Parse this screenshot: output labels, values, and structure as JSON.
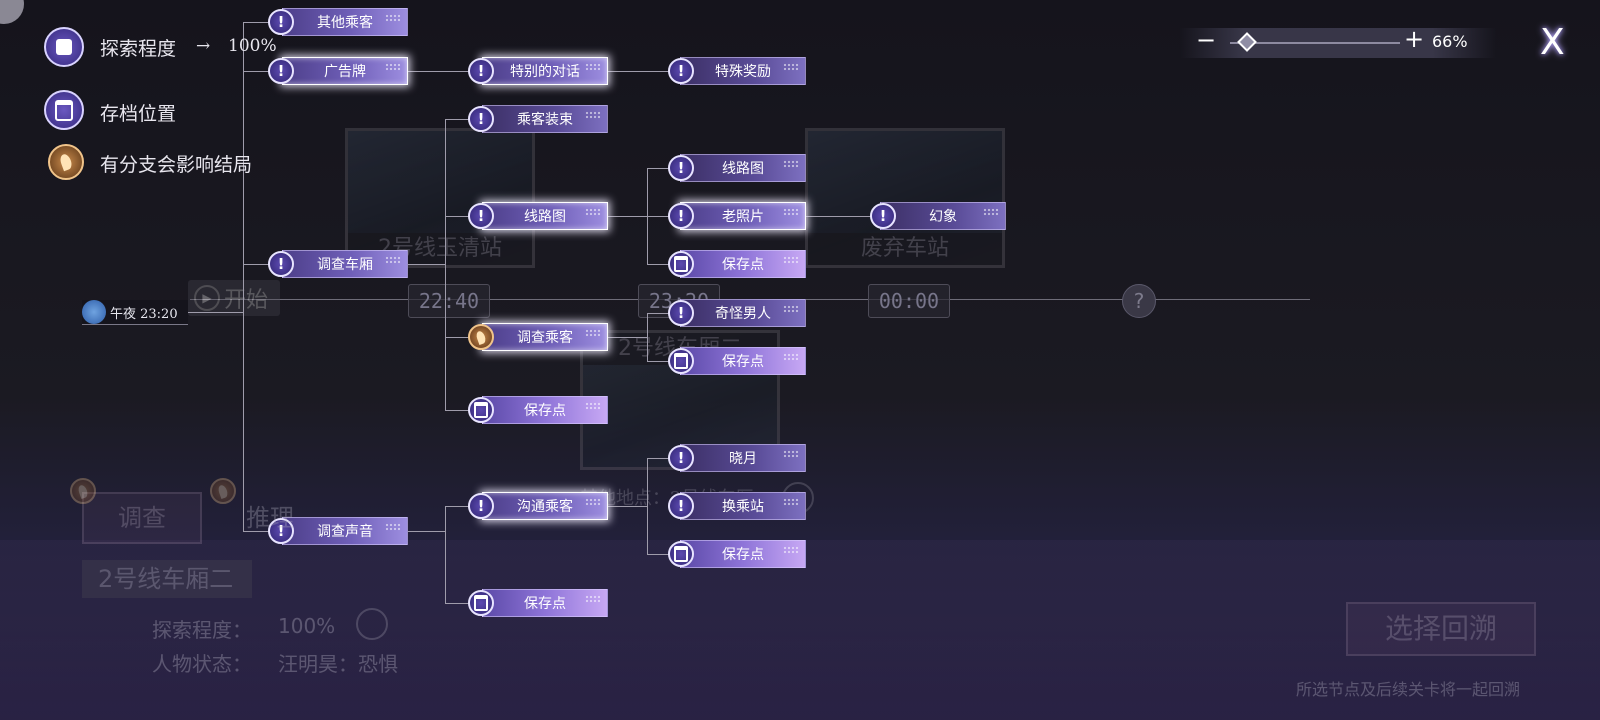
{
  "legend": {
    "progress_label": "探索程度",
    "progress_arrow": "→",
    "progress_value": "100%",
    "save_label": "存档位置",
    "branch_label": "有分支会影响结局"
  },
  "zoom": {
    "minus": "−",
    "plus": "+",
    "value": "66%",
    "level": 0.1
  },
  "close_label": "X",
  "timeline": {
    "start_label": "开始",
    "start_time": "午夜 23:20",
    "times": [
      "22:40",
      "23:20",
      "00:00"
    ],
    "unknown": "?"
  },
  "scenes": {
    "station_a": "2号线玉清站",
    "station_b": "废弃车站",
    "car_two": "2号线车厢二",
    "other_place": "其他地点：2号线车厢",
    "other_q": "?"
  },
  "nodes": {
    "other_passenger": "其他乘客",
    "billboard": "广告牌",
    "special_dialogue": "特别的对话",
    "special_reward": "特殊奖励",
    "passenger_outfit": "乘客装束",
    "route_map_a": "线路图",
    "route_map_b": "线路图",
    "old_photo": "老照片",
    "illusion": "幻象",
    "save_1": "保存点",
    "investigate_car": "调查车厢",
    "strange_man": "奇怪男人",
    "investigate_passenger": "调查乘客",
    "save_2": "保存点",
    "save_3": "保存点",
    "dawn_moon": "晓月",
    "talk_passenger": "沟通乘客",
    "transfer": "换乘站",
    "investigate_sound": "调查声音",
    "save_4": "保存点",
    "save_5": "保存点",
    "icon_bang": "!"
  },
  "panel": {
    "tab_investigate": "调查",
    "tab_deduce": "推理",
    "location": "2号线车厢二",
    "progress_label": "探索程度：",
    "progress_value": "100%",
    "status_label": "人物状态：",
    "status_value": "汪明昊：恐惧",
    "rewind_button": "选择回溯",
    "rewind_hint": "所选节点及后续关卡将一起回溯"
  }
}
